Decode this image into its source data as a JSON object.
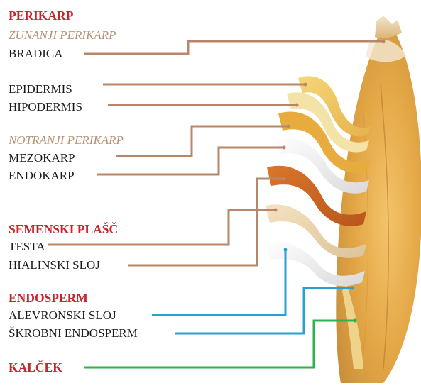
{
  "groups": {
    "perikarp": {
      "heading": "PERIKARP",
      "outer_sub": "ZUNANJI PERIKARP",
      "bradica": "BRADICA",
      "epidermis": "EPIDERMIS",
      "hipodermis": "HIPODERMIS",
      "inner_sub": "NOTRANJI PERIKARP",
      "mezokarp": "MEZOKARP",
      "endokarp": "ENDOKARP"
    },
    "semenski_plasc": {
      "heading": "SEMENSKI PLAŠČ",
      "testa": "TESTA",
      "hialinski": "HIALINSKI SLOJ"
    },
    "endosperm": {
      "heading": "ENDOSPERM",
      "alevronski": "ALEVRONSKI SLOJ",
      "skrobni": "ŠKROBNI ENDOSPERM"
    },
    "kalcek": {
      "heading": "KALČEK"
    }
  },
  "colors": {
    "heading": "#c8242c",
    "subheading": "#b89174",
    "pericarp_line": "#b8876a",
    "endosperm_line": "#2aa0d0",
    "embryo_line": "#2db24c"
  }
}
